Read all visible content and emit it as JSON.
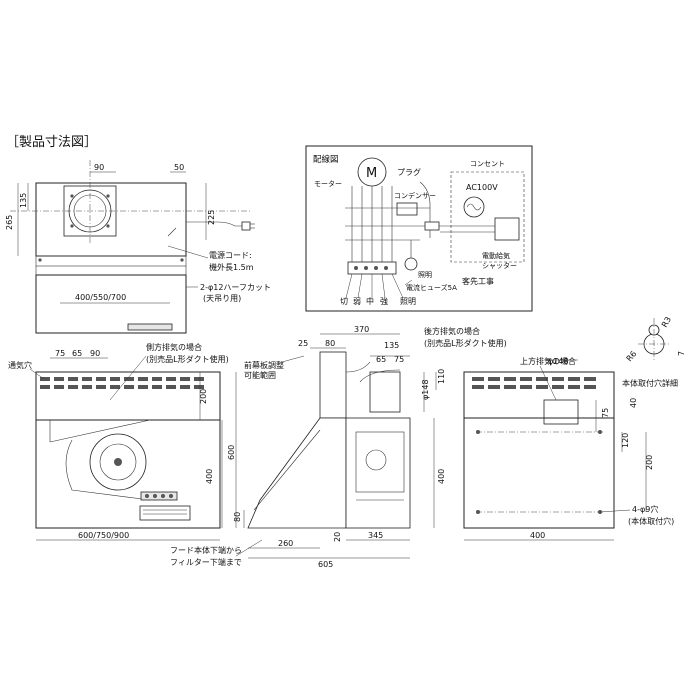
{
  "title": "［製品寸法図］",
  "top_view": {
    "dims": [
      "90",
      "50",
      "265",
      "135",
      "225",
      "400/550/700"
    ],
    "notes": {
      "power_cord": "電源コード:",
      "cord_length": "機外長1.5m",
      "half_cut": "2-φ12ハーフカット",
      "ceiling": "(天吊り用)"
    }
  },
  "wiring": {
    "title": "配線図",
    "motor_symbol": "M",
    "motor": "モーター",
    "plug": "プラグ",
    "outlet": "コンセント",
    "condenser": "コンデンサー",
    "voltage": "AC100V",
    "lighting": "照明",
    "fuse": "電流ヒューズ5A",
    "shutter_line1": "電動給気",
    "shutter_line2": "シャッター",
    "customer_work": "客先工事",
    "switch_labels": [
      "切",
      "弱",
      "中",
      "強",
      "照明"
    ]
  },
  "front_view": {
    "vent_hole": "通気穴",
    "side_exhaust_line1": "側方排気の場合",
    "side_exhaust_line2": "(別売品L形ダクト使用)",
    "dims": [
      "75",
      "65",
      "90",
      "200",
      "600",
      "400",
      "600/750/900"
    ]
  },
  "side_view": {
    "front_panel_line1": "前幕板調整",
    "front_panel_line2": "可能範囲",
    "rear_exhaust_line1": "後方排気の場合",
    "rear_exhaust_line2": "(別売品L形ダクト使用)",
    "dims": [
      "370",
      "25",
      "80",
      "135",
      "65",
      "75",
      "φ148",
      "110",
      "400",
      "80",
      "20",
      "260",
      "345",
      "605"
    ],
    "note_line1": "フード本体下端から",
    "note_line2": "フィルター下端まで"
  },
  "right_view": {
    "top_exhaust": "上方排気の場合",
    "dims": [
      "φ148",
      "75",
      "120",
      "200",
      "40",
      "400",
      "R3",
      "R6",
      "7"
    ],
    "mount_detail": "本体取付穴詳細",
    "mount_holes_line1": "4-φ9穴",
    "mount_holes_line2": "(本体取付穴)"
  }
}
